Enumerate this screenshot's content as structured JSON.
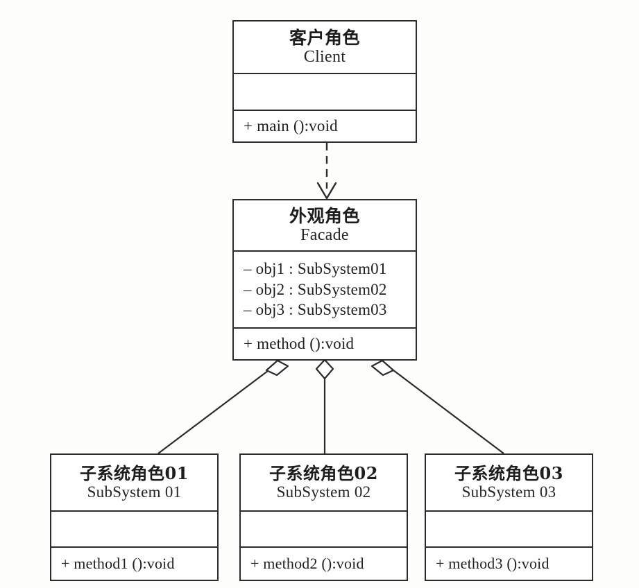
{
  "diagram": {
    "type": "uml-class-diagram",
    "pattern": "Facade",
    "background_color": "#fdfdfc",
    "line_color": "#2b2b2b"
  },
  "classes": [
    {
      "id": "client",
      "name_cn": "客户角色",
      "name_en": "Client",
      "attributes": [],
      "operations": [
        "+ main ():void"
      ]
    },
    {
      "id": "facade",
      "name_cn": "外观角色",
      "name_en": "Facade",
      "attributes": [
        "– obj1 : SubSystem01",
        "– obj2 : SubSystem02",
        "– obj3 : SubSystem03"
      ],
      "operations": [
        "+ method ():void"
      ]
    },
    {
      "id": "subsystem01",
      "name_cn": "子系统角色01",
      "name_en": "SubSystem 01",
      "attributes": [],
      "operations": [
        "+ method1 ():void"
      ]
    },
    {
      "id": "subsystem02",
      "name_cn": "子系统角色02",
      "name_en": "SubSystem 02",
      "attributes": [],
      "operations": [
        "+ method2 ():void"
      ]
    },
    {
      "id": "subsystem03",
      "name_cn": "子系统角色03",
      "name_en": "SubSystem 03",
      "attributes": [],
      "operations": [
        "+ method3 ():void"
      ]
    }
  ],
  "relations": [
    {
      "id": "client-to-facade",
      "kind": "dependency",
      "style": "dashed",
      "arrowhead": "open",
      "from": "client",
      "to": "facade"
    },
    {
      "id": "facade-to-subsystem01",
      "kind": "aggregation",
      "style": "solid",
      "arrowhead": "hollow-diamond",
      "from": "facade",
      "to": "subsystem01"
    },
    {
      "id": "facade-to-subsystem02",
      "kind": "aggregation",
      "style": "solid",
      "arrowhead": "hollow-diamond",
      "from": "facade",
      "to": "subsystem02"
    },
    {
      "id": "facade-to-subsystem03",
      "kind": "aggregation",
      "style": "solid",
      "arrowhead": "hollow-diamond",
      "from": "facade",
      "to": "subsystem03"
    }
  ]
}
